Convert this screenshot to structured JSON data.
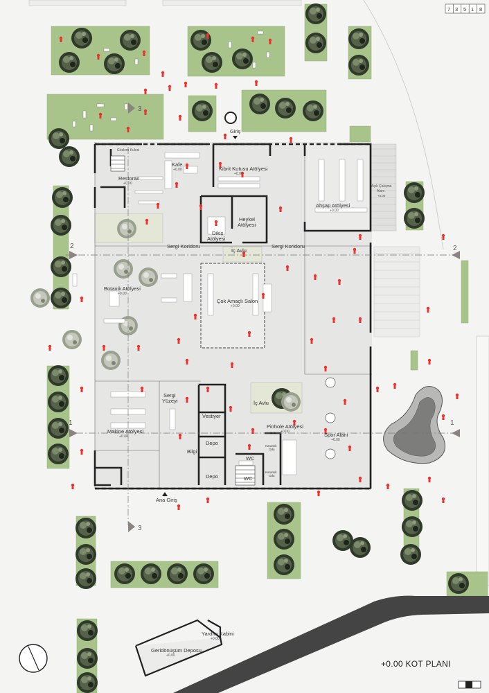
{
  "code_digits": [
    "7",
    "3",
    "5",
    "1",
    "8"
  ],
  "plan_title": "+0.00 KOT PLANI",
  "level": "+0.00",
  "axes": {
    "a1": "1",
    "a2": "2",
    "a3": "3"
  },
  "rooms": {
    "gozlem": "Gözlem Kulesi",
    "kafe": "Kafe",
    "restoran": "Restoran",
    "kibrit": "Kibrit Kutusu Atölyesi",
    "ahsap": "Ahşap Atölyesi",
    "acik1": "Açık Çalışma",
    "acik2": "Alanı",
    "dikis1": "Dikiş",
    "dikis2": "Atölyesi",
    "heykel1": "Heykel",
    "heykel2": "Atölyesi",
    "sergi_koridoru": "Sergi Koridoru",
    "ic_avlu": "İç Avlu",
    "botanik": "Botanik Atölyesi",
    "cok_amacli": "Çok Amaçlı Salon",
    "sergi1": "Sergi",
    "sergi2": "Yüzeyi",
    "vestiyer": "Vestiyer",
    "depo": "Depo",
    "bilgi": "Bilgi",
    "wc": "WC",
    "karanlik1": "Karanlık",
    "karanlik2": "Oda",
    "pinhole": "Pinhole Atölyesi",
    "spor": "Spor Alanı",
    "makine": "Makine Atölyesi",
    "giris": "Giriş",
    "ana_giris": "Ana Giriş",
    "yardim": "Yardım Kabini",
    "geri": "Geridönüşüm Deposu"
  },
  "colors": {
    "grass": "#a9c48a",
    "tree": "#2f3a2a",
    "wall": "#222222",
    "people": "#e8332f",
    "road": "#444444",
    "floor": "#e6e6e4",
    "court": "#e4e6d6",
    "pond": "#8a8a8a"
  },
  "icons": [
    "north-arrow-icon",
    "scale-bar-icon"
  ]
}
